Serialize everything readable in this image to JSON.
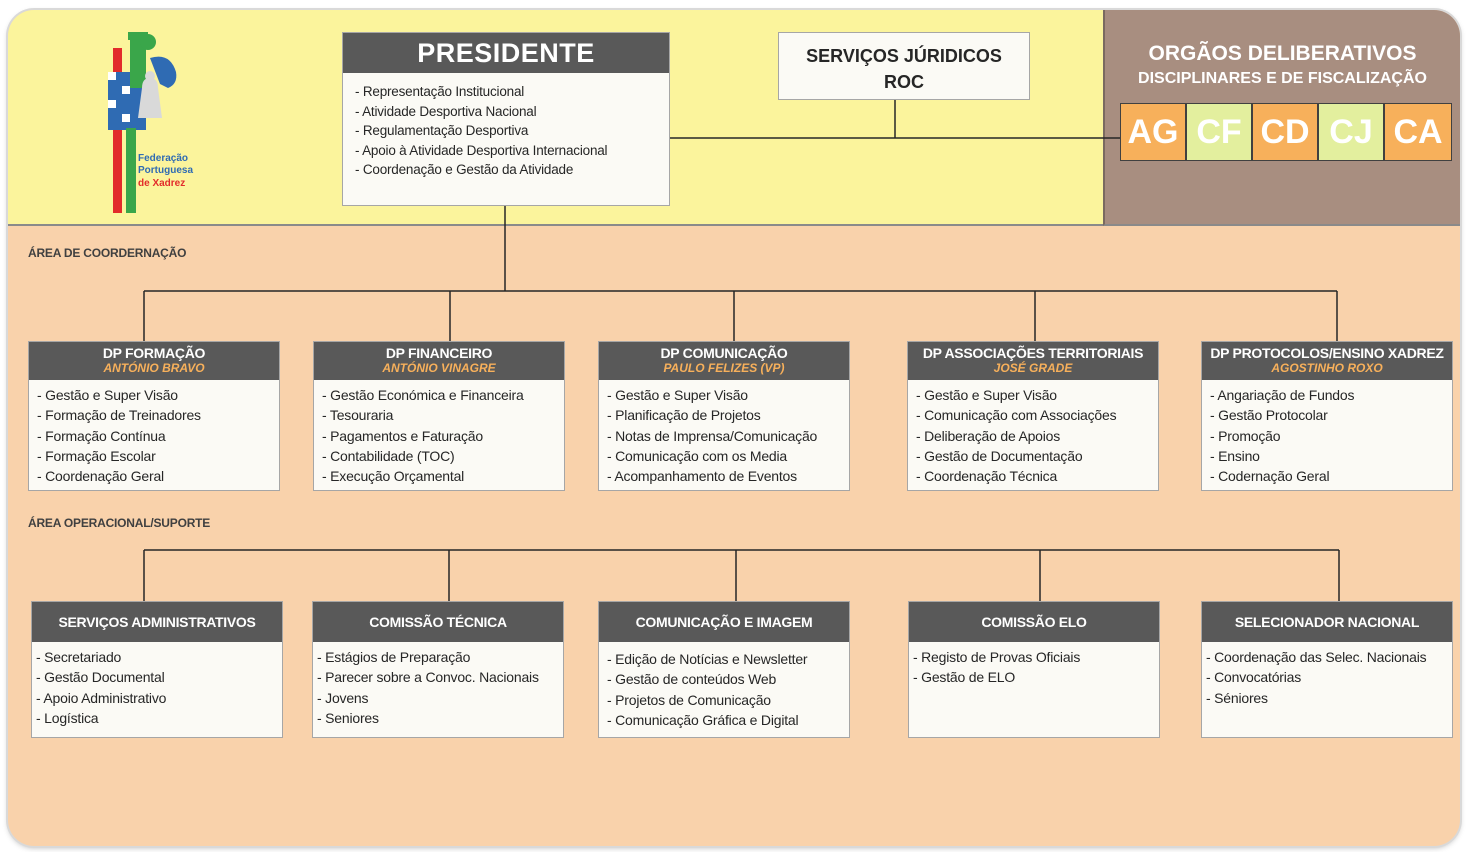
{
  "logo": {
    "line1": "Federação",
    "line2": "Portuguesa",
    "line3": "de Xadrez"
  },
  "president": {
    "title": "PRESIDENTE",
    "items": [
      "- Representação Institucional",
      "- Atividade Desportiva Nacional",
      "- Regulamentação Desportiva",
      "- Apoio à Atividade Desportiva Internacional",
      "- Coordenação e Gestão da Atividade"
    ]
  },
  "legal": {
    "line1": "SERVIÇOS JÚRIDICOS",
    "line2": "ROC"
  },
  "deliberative": {
    "title": "ORGÃOS DELIBERATIVOS",
    "subtitle": "DISCIPLINARES E DE FISCALIZAÇÃO",
    "organs": [
      {
        "label": "AG",
        "color": "#f7b05b"
      },
      {
        "label": "CF",
        "color": "#e3ef9e"
      },
      {
        "label": "CD",
        "color": "#f7b05b"
      },
      {
        "label": "CJ",
        "color": "#e3ef9e"
      },
      {
        "label": "CA",
        "color": "#f7b05b"
      }
    ]
  },
  "coordination": {
    "label": "ÁREA DE COORDERNAÇÃO",
    "departments": [
      {
        "title": "DP FORMAÇÃO",
        "person": "ANTÓNIO BRAVO",
        "items": [
          "- Gestão e Super Visão",
          "- Formação de Treinadores",
          "- Formação Contínua",
          "- Formação Escolar",
          "- Coordenação Geral"
        ]
      },
      {
        "title": "DP FINANCEIRO",
        "person": "ANTÓNIO VINAGRE",
        "items": [
          "- Gestão Económica e Financeira",
          "- Tesouraria",
          "- Pagamentos e Faturação",
          "- Contabilidade (TOC)",
          "- Execução Orçamental"
        ]
      },
      {
        "title": "DP COMUNICAÇÃO",
        "person": "PAULO FELIZES (VP)",
        "items": [
          "- Gestão e Super Visão",
          "- Planificação de Projetos",
          "- Notas de Imprensa/Comunicação",
          "- Comunicação com os Media",
          "- Acompanhamento de Eventos"
        ]
      },
      {
        "title": "DP ASSOCIAÇÕES TERRITORIAIS",
        "person": "JOSÉ GRADE",
        "items": [
          "- Gestão e Super Visão",
          "- Comunicação com Associações",
          "- Deliberação de Apoios",
          "- Gestão de Documentação",
          "- Coordenação Técnica"
        ]
      },
      {
        "title": "DP PROTOCOLOS/ENSINO XADREZ",
        "person": "AGOSTINHO ROXO",
        "items": [
          "- Angariação de Fundos",
          "- Gestão Protocolar",
          "- Promoção",
          "- Ensino",
          "- Codernação Geral"
        ]
      }
    ]
  },
  "operational": {
    "label": "ÁREA OPERACIONAL/SUPORTE",
    "units": [
      {
        "title": "SERVIÇOS ADMINISTRATIVOS",
        "items": [
          "- Secretariado",
          "- Gestão Documental",
          "- Apoio Administrativo",
          "- Logística"
        ]
      },
      {
        "title": "COMISSÃO TÉCNICA",
        "items": [
          "- Estágios de Preparação",
          "- Parecer sobre a Convoc. Nacionais",
          "- Jovens",
          "- Seniores"
        ]
      },
      {
        "title": "COMUNICAÇÃO E IMAGEM",
        "items": [
          "- Edição de Notícias e Newsletter",
          "- Gestão de conteúdos Web",
          "- Projetos de Comunicação",
          "- Comunicação Gráfica e Digital"
        ]
      },
      {
        "title": "COMISSÃO ELO",
        "items": [
          "- Registo de Provas Oficiais",
          "- Gestão de ELO"
        ]
      },
      {
        "title": "SELECIONADOR NACIONAL",
        "items": [
          "- Coordenação das Selec. Nacionais",
          "- Convocatórias",
          "- Séniores"
        ]
      }
    ]
  }
}
